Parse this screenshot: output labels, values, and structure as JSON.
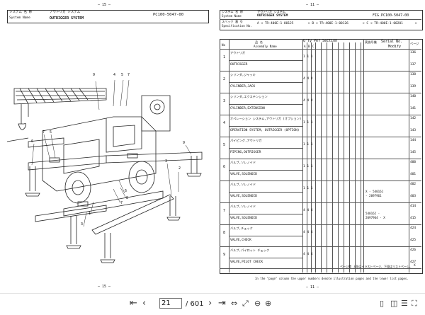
{
  "left_page": {
    "top_marker": "— 15 —",
    "bottom_marker": "— 15 —",
    "system_jp": "システム  名  称",
    "system_en": "System   Name",
    "system_value_jp": "アウトリガ システム",
    "system_value_en": "OUTRIGGER SYSTEM",
    "fig_no": "PC100-5047-00",
    "callouts": [
      "9",
      "4",
      "5",
      "7",
      "5",
      "7",
      "6",
      "9",
      "3",
      "2",
      "8",
      "6",
      "7",
      "1",
      "3"
    ]
  },
  "right_page": {
    "top_marker": "— 11 —",
    "bottom_marker": "— 11 —",
    "system_jp": "システム  名  称",
    "system_en": "System   Name",
    "system_value_jp": "アウトリガ システム",
    "system_value_en": "OUTRIGGER SYSTEM",
    "fig_label": "FIG.",
    "fig_no": "PC100-5047-00",
    "spec_jp": "スペック  番  号",
    "spec_en": "Specification No.",
    "spec_a": "A < TR-400E-1-00125",
    "spec_b": "> B < TR-400E-1-00126",
    "spec_c": "> C < TR-400E-1-00201",
    "spec_end": ">",
    "col_no": "No",
    "col_name_jp": "品      名",
    "col_name_en": "Assembly Name",
    "col_qty": "Q'ty Per Section",
    "col_abc": [
      "A",
      "B",
      "C"
    ],
    "col_serial": "Serial No.",
    "col_serial_jp": "実施号機",
    "col_modify": "Modify",
    "col_page": "ページ",
    "rows": [
      {
        "no": "1",
        "jp": "アウトリガ",
        "en": "OUTRIGGER",
        "qty": "1 1 1",
        "page_jp": "136",
        "page_en": "137",
        "serial": "",
        "serial2": ""
      },
      {
        "no": "2",
        "jp": "シリンダ,ジャッキ",
        "en": "CYLINDER,JACK",
        "qty": "4 4 4",
        "page_jp": "138",
        "page_en": "139",
        "serial": "",
        "serial2": ""
      },
      {
        "no": "3",
        "jp": "シリンダ,エクステンション",
        "en": "CYLINDER,EXTENSION",
        "qty": "4 4 4",
        "page_jp": "140",
        "page_en": "141",
        "serial": "",
        "serial2": ""
      },
      {
        "no": "4",
        "jp": "オペレーション システム,アウトリガ (オプション)",
        "en": "OPERATION SYSTEM, OUTRIGGER (OPTION)",
        "qty": "1 1 1",
        "page_jp": "142",
        "page_en": "143",
        "serial": "",
        "serial2": ""
      },
      {
        "no": "5",
        "jp": "パイピング,アウトリガ",
        "en": "PIPING,OUTRIGGER",
        "qty": "1 1 1",
        "page_jp": "144",
        "page_en": "145",
        "serial": "",
        "serial2": ""
      },
      {
        "no": "6",
        "jp": "バルブ,ソレノイド",
        "en": "VALVE,SOLENOID",
        "qty": "1 1 1",
        "page_jp": "400",
        "page_en": "401",
        "serial": "",
        "serial2": ""
      },
      {
        "no": "",
        "jp": "バルブ,ソレノイド",
        "en": "VALVE,SOLENOID",
        "qty": "1 1 1",
        "page_jp": "402",
        "page_en": "403",
        "serial": "X   - 540161",
        "serial2": "   - 2097961"
      },
      {
        "no": "7",
        "jp": "バルブ,ソレノイド",
        "en": "VALVE,SOLENOID",
        "qty": "4 4 4",
        "page_jp": "414",
        "page_en": "415",
        "serial": "540162 -",
        "serial2": "2097964 -   X"
      },
      {
        "no": "8",
        "jp": "バルブ,チェック",
        "en": "VALVE,CHECK",
        "qty": "4 4 4",
        "page_jp": "424",
        "page_en": "425",
        "serial": "",
        "serial2": ""
      },
      {
        "no": "9",
        "jp": "バルブ,パイロット チェック",
        "en": "VALVE,PILOT CHECK",
        "qty": "4 4 4",
        "page_jp": "426",
        "page_en": "427",
        "serial": "",
        "serial2": ""
      }
    ],
    "footnote_jp": "ページ欄       上段はイラストページ、下段はリストページ。",
    "footnote_en": "In the \"page\" column the upper numbers denote illustration pages and the lower list pages.",
    "corner_mark": "X"
  },
  "toolbar": {
    "page_value": "21",
    "page_total": "/ 601",
    "icons": [
      "first-page",
      "prev-page",
      "next-page",
      "last-page",
      "fit-width",
      "fit-page",
      "zoom-out",
      "zoom-in",
      "single-page",
      "two-page",
      "scroll",
      "fullscreen"
    ]
  }
}
